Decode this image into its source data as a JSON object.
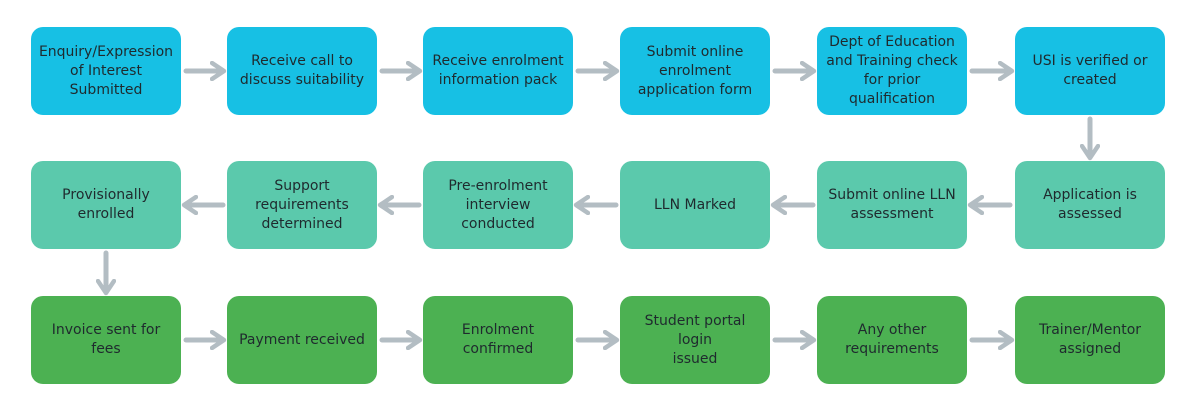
{
  "colors": {
    "row1": "#17c0e4",
    "row2": "#5bc9ac",
    "row3": "#4cb152",
    "arrow": "#b3bdc3"
  },
  "steps_row1": [
    {
      "label": "Enquiry/Expression\nof Interest\nSubmitted"
    },
    {
      "label": "Receive call to\ndiscuss suitability"
    },
    {
      "label": "Receive enrolment\ninformation pack"
    },
    {
      "label": "Submit online\nenrolment\napplication form"
    },
    {
      "label": "Dept of Education\nand Training check\nfor prior\nqualification"
    },
    {
      "label": "USI is verified or\ncreated"
    }
  ],
  "steps_row2": [
    {
      "label": "Provisionally\nenrolled"
    },
    {
      "label": "Support\nrequirements\ndetermined"
    },
    {
      "label": "Pre-enrolment\ninterview\nconducted"
    },
    {
      "label": "LLN Marked"
    },
    {
      "label": "Submit online LLN\nassessment"
    },
    {
      "label": "Application is\nassessed"
    }
  ],
  "steps_row3": [
    {
      "label": "Invoice sent for fees"
    },
    {
      "label": "Payment received"
    },
    {
      "label": "Enrolment\nconfirmed"
    },
    {
      "label": "Student portal login\nissued"
    },
    {
      "label": "Any other\nrequirements"
    },
    {
      "label": "Trainer/Mentor\nassigned"
    }
  ]
}
